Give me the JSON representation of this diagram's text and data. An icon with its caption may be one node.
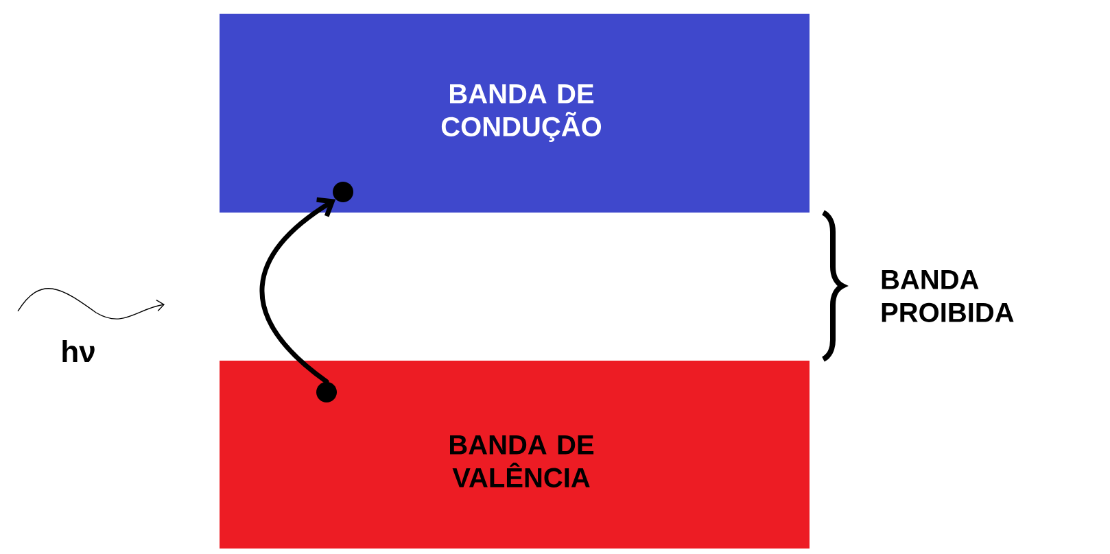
{
  "diagram": {
    "nodes": [
      {
        "text": [
          "BANDA DE CONDUÇÃO"
        ]
      },
      {
        "text": [
          "BANDA DE VALÊNCIA"
        ]
      },
      {
        "text": [],
        "shape": "circle",
        "in": 0
      },
      {
        "text": [],
        "shape": "circle",
        "in": 1
      }
    ],
    "edges": [
      {
        "from": 3,
        "to": 2,
        "arrow": "to"
      }
    ],
    "labels": [
      "BANDA PROIBIDA",
      "hν"
    ]
  }
}
